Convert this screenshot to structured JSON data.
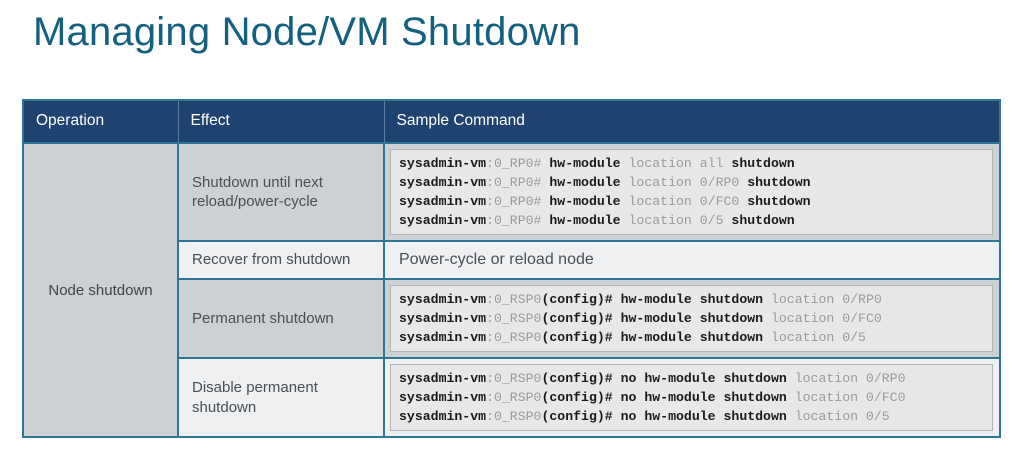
{
  "slide": {
    "title": "Managing Node/VM Shutdown",
    "title_color": "#14607f",
    "header_bg": "#1e4370",
    "border_color": "#2e7696",
    "shade_dark": "#ccd1d6",
    "shade_light": "#eff0f1",
    "cmd_box_bg": "#e8e8e8"
  },
  "table": {
    "headers": [
      "Operation",
      "Effect",
      "Sample Command"
    ],
    "operation": "Node shutdown",
    "rows": [
      {
        "effect": "Shutdown until next reload/power-cycle",
        "shade": "dark",
        "command_type": "terminal",
        "commands": [
          [
            {
              "t": "sysadmin-vm",
              "b": true
            },
            {
              "t": ":0_RP0# ",
              "b": false
            },
            {
              "t": "hw-module",
              "b": true
            },
            {
              "t": " location all ",
              "b": false
            },
            {
              "t": "shutdown",
              "b": true
            }
          ],
          [
            {
              "t": "sysadmin-vm",
              "b": true
            },
            {
              "t": ":0_RP0# ",
              "b": false
            },
            {
              "t": "hw-module",
              "b": true
            },
            {
              "t": " location 0/RP0 ",
              "b": false
            },
            {
              "t": "shutdown",
              "b": true
            }
          ],
          [
            {
              "t": "sysadmin-vm",
              "b": true
            },
            {
              "t": ":0_RP0# ",
              "b": false
            },
            {
              "t": "hw-module",
              "b": true
            },
            {
              "t": " location 0/FC0 ",
              "b": false
            },
            {
              "t": "shutdown",
              "b": true
            }
          ],
          [
            {
              "t": "sysadmin-vm",
              "b": true
            },
            {
              "t": ":0_RP0# ",
              "b": false
            },
            {
              "t": "hw-module",
              "b": true
            },
            {
              "t": " location 0/5 ",
              "b": false
            },
            {
              "t": "shutdown",
              "b": true
            }
          ]
        ]
      },
      {
        "effect": "Recover from shutdown",
        "shade": "light",
        "command_type": "plain",
        "plain_text": "Power-cycle or reload node",
        "commands": []
      },
      {
        "effect": "Permanent shutdown",
        "shade": "dark",
        "command_type": "terminal",
        "commands": [
          [
            {
              "t": "sysadmin-vm",
              "b": true
            },
            {
              "t": ":0_RSP0",
              "b": false
            },
            {
              "t": "(config)# hw-module shutdown",
              "b": true
            },
            {
              "t": " location 0/RP0",
              "b": false
            }
          ],
          [
            {
              "t": "sysadmin-vm",
              "b": true
            },
            {
              "t": ":0_RSP0",
              "b": false
            },
            {
              "t": "(config)# hw-module shutdown",
              "b": true
            },
            {
              "t": " location 0/FC0",
              "b": false
            }
          ],
          [
            {
              "t": "sysadmin-vm",
              "b": true
            },
            {
              "t": ":0_RSP0",
              "b": false
            },
            {
              "t": "(config)# hw-module shutdown",
              "b": true
            },
            {
              "t": " location 0/5",
              "b": false
            }
          ]
        ]
      },
      {
        "effect": "Disable permanent shutdown",
        "shade": "light",
        "command_type": "terminal",
        "commands": [
          [
            {
              "t": "sysadmin-vm",
              "b": true
            },
            {
              "t": ":0_RSP0",
              "b": false
            },
            {
              "t": "(config)# no hw-module shutdown",
              "b": true
            },
            {
              "t": " location 0/RP0",
              "b": false
            }
          ],
          [
            {
              "t": "sysadmin-vm",
              "b": true
            },
            {
              "t": ":0_RSP0",
              "b": false
            },
            {
              "t": "(config)# no hw-module shutdown",
              "b": true
            },
            {
              "t": " location 0/FC0",
              "b": false
            }
          ],
          [
            {
              "t": "sysadmin-vm",
              "b": true
            },
            {
              "t": ":0_RSP0",
              "b": false
            },
            {
              "t": "(config)# no hw-module shutdown",
              "b": true
            },
            {
              "t": " location 0/5",
              "b": false
            }
          ]
        ]
      }
    ]
  }
}
